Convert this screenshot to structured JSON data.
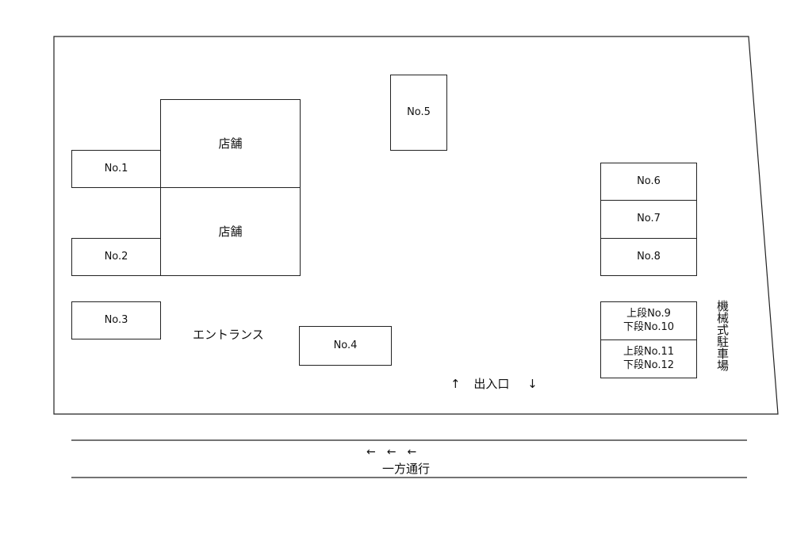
{
  "lot": {
    "shops": [
      "店舗",
      "店舗"
    ],
    "spaces": [
      "No.1",
      "No.2",
      "No.3",
      "No.4",
      "No.5",
      "No.6",
      "No.7",
      "No.8"
    ],
    "mech_upper_a": "上段No.9",
    "mech_lower_a": "下段No.10",
    "mech_upper_b": "上段No.11",
    "mech_lower_b": "下段No.12",
    "entrance": "エントランス",
    "gate": "出入口",
    "gate_in_arrow": "↑",
    "gate_out_arrow": "↓",
    "mechanical_parking": "機械式駐車場"
  },
  "road": {
    "arrows": "←　←　←",
    "label": "一方通行"
  }
}
